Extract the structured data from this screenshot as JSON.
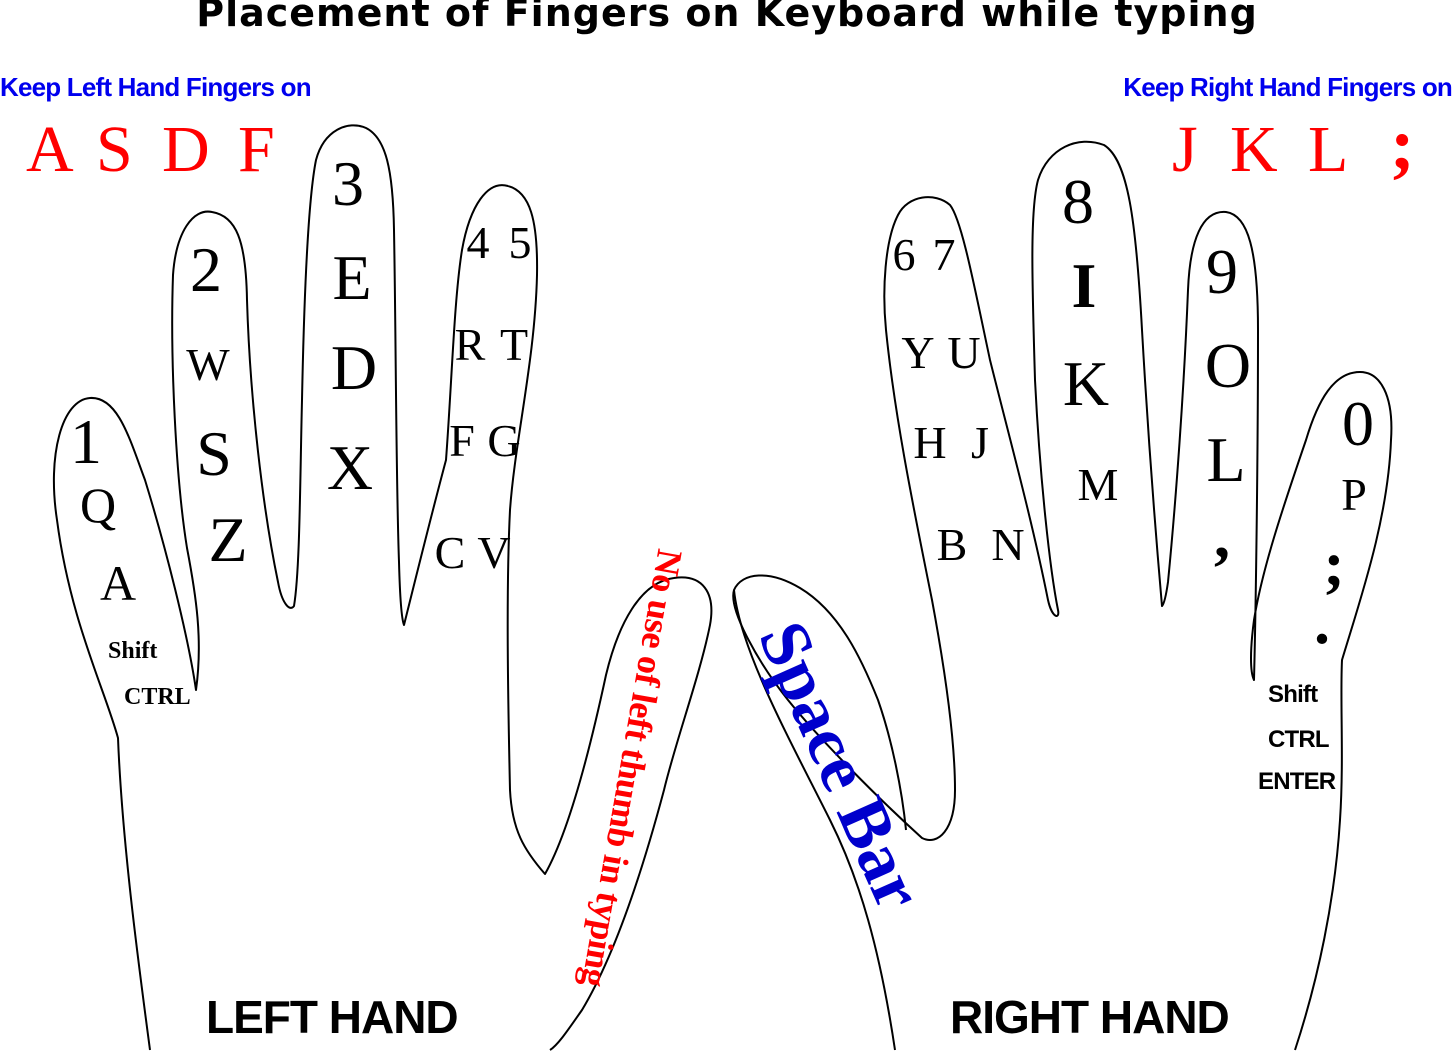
{
  "title": "Placement of Fingers on Keyboard while typing",
  "left_note": "Keep Left Hand Fingers on",
  "right_note": "Keep Right Hand Fingers on",
  "left_home_keys": [
    "A",
    "S",
    "D",
    "F"
  ],
  "right_home_keys": [
    "J",
    "K",
    "L",
    ";"
  ],
  "left_hand": {
    "label": "LEFT HAND",
    "little_finger": {
      "digit": "1",
      "keys": [
        "Q",
        "A"
      ],
      "mods": [
        "Shift",
        "CTRL"
      ]
    },
    "ring_finger": {
      "digit": "2",
      "keys": [
        "W",
        "S",
        "Z"
      ]
    },
    "middle_finger": {
      "digit": "3",
      "keys": [
        "E",
        "D",
        "X"
      ]
    },
    "index_finger": {
      "digits": [
        "4",
        "5"
      ],
      "rows": [
        [
          "R",
          "T"
        ],
        [
          "F",
          "G"
        ],
        [
          "C",
          "V"
        ]
      ]
    },
    "thumb_note": "No use of left thumb in typing"
  },
  "right_hand": {
    "label": "RIGHT HAND",
    "index_finger": {
      "digits": [
        "6",
        "7"
      ],
      "rows": [
        [
          "Y",
          "U"
        ],
        [
          "H",
          "J"
        ],
        [
          "B",
          "N"
        ]
      ]
    },
    "middle_finger": {
      "digit": "8",
      "keys": [
        "I",
        "K",
        "M"
      ]
    },
    "ring_finger": {
      "digit": "9",
      "keys": [
        "O",
        "L",
        ","
      ]
    },
    "little_finger": {
      "digit": "0",
      "keys": [
        "P",
        ";",
        "."
      ],
      "mods": [
        "Shift",
        "CTRL",
        "ENTER"
      ]
    },
    "thumb_note": "Space Bar"
  },
  "colors": {
    "note_blue": "#0000ee",
    "home_red": "#ff0000",
    "space_bar_blue": "#0000cc",
    "outline": "#000000"
  }
}
